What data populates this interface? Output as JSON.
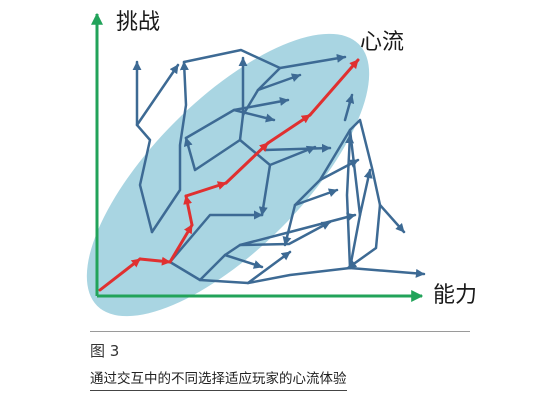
{
  "diagram": {
    "y_axis_label": "挑战",
    "x_axis_label": "能力",
    "flow_label": "心流"
  },
  "figure": {
    "number": "图 3",
    "caption": "通过交互中的不同选择适应玩家的心流体验"
  },
  "colors": {
    "axis": "#22a35a",
    "flow_channel": "#a9d5e2",
    "arrow": "#3d6a94",
    "flow_path": "#e03030"
  }
}
